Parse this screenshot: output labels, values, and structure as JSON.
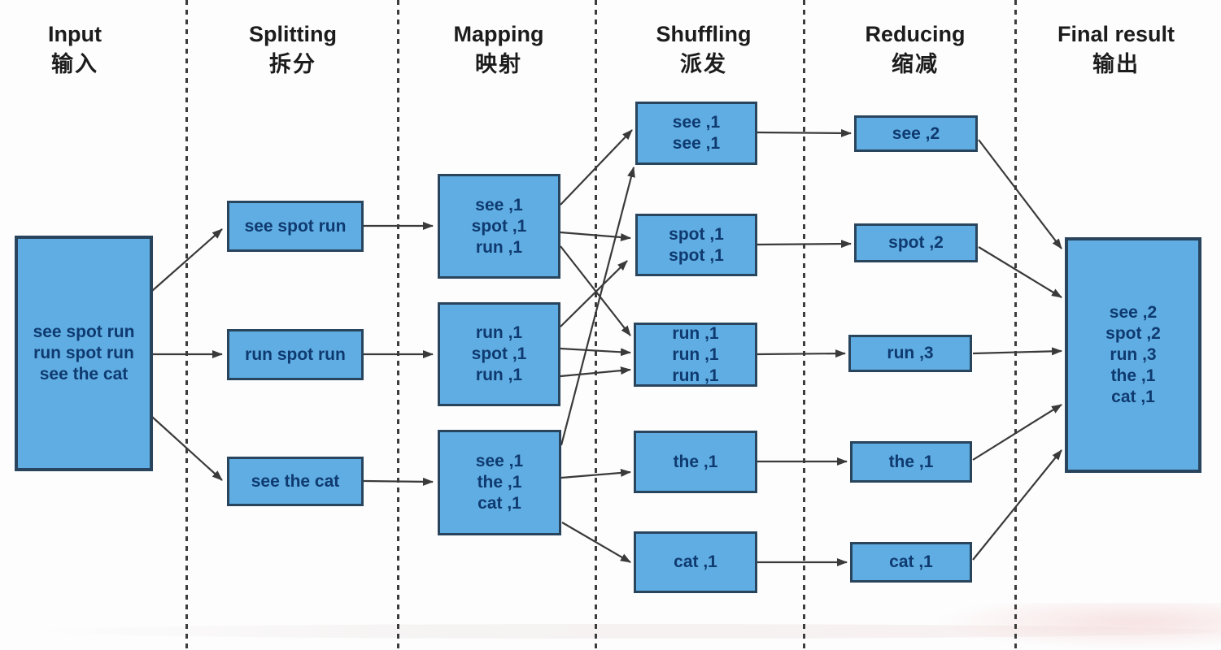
{
  "diagram": {
    "columns": [
      {
        "en": "Input",
        "zh": "输入"
      },
      {
        "en": "Splitting",
        "zh": "拆分"
      },
      {
        "en": "Mapping",
        "zh": "映射"
      },
      {
        "en": "Shuffling",
        "zh": "派发"
      },
      {
        "en": "Reducing",
        "zh": "缩减"
      },
      {
        "en": "Final result",
        "zh": "输出"
      }
    ],
    "nodes": {
      "input": {
        "lines": [
          "see spot run",
          "run spot run",
          "see the cat"
        ]
      },
      "split": [
        {
          "label": "see spot run"
        },
        {
          "label": "run spot run"
        },
        {
          "label": "see the cat"
        }
      ],
      "map": [
        {
          "lines": [
            "see ,1",
            "spot ,1",
            "run ,1"
          ]
        },
        {
          "lines": [
            "run ,1",
            "spot ,1",
            "run ,1"
          ]
        },
        {
          "lines": [
            "see ,1",
            "the ,1",
            "cat ,1"
          ]
        }
      ],
      "shuffle": [
        {
          "lines": [
            "see ,1",
            "see ,1"
          ]
        },
        {
          "lines": [
            "spot ,1",
            "spot ,1"
          ]
        },
        {
          "lines": [
            "run ,1",
            "run ,1",
            "run ,1"
          ]
        },
        {
          "lines": [
            "the ,1"
          ]
        },
        {
          "lines": [
            "cat ,1"
          ]
        }
      ],
      "reduce": [
        {
          "label": "see ,2"
        },
        {
          "label": "spot ,2"
        },
        {
          "label": "run ,3"
        },
        {
          "label": "the ,1"
        },
        {
          "label": "cat ,1"
        }
      ],
      "final": {
        "lines": [
          "see ,2",
          "spot ,2",
          "run ,3",
          "the ,1",
          "cat ,1"
        ]
      }
    },
    "colors": {
      "box_fill": "#5fade2",
      "box_border": "#29455e",
      "box_text": "#0f3a70",
      "arrow": "#3a3a3a",
      "separator": "#3c3c3c",
      "header_text": "#1c1c1c"
    }
  }
}
